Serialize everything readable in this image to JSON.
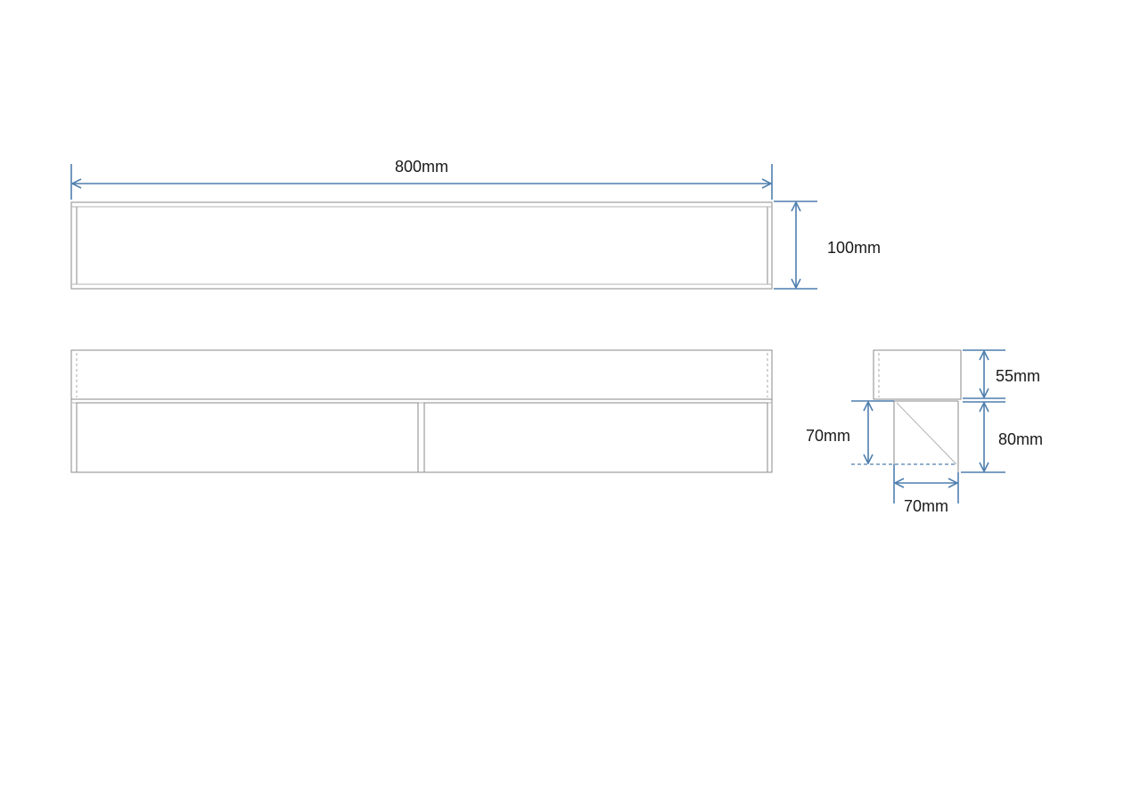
{
  "dimensions": {
    "top_width": "800mm",
    "top_height": "100mm",
    "side_top_height": "55mm",
    "side_bottom_height": "80mm",
    "side_inner_height": "70mm",
    "side_inner_width": "70mm"
  },
  "colors": {
    "dimension_line": "#4f7fae",
    "outline": "#8a8a8a",
    "text": "#1a1a1a"
  }
}
